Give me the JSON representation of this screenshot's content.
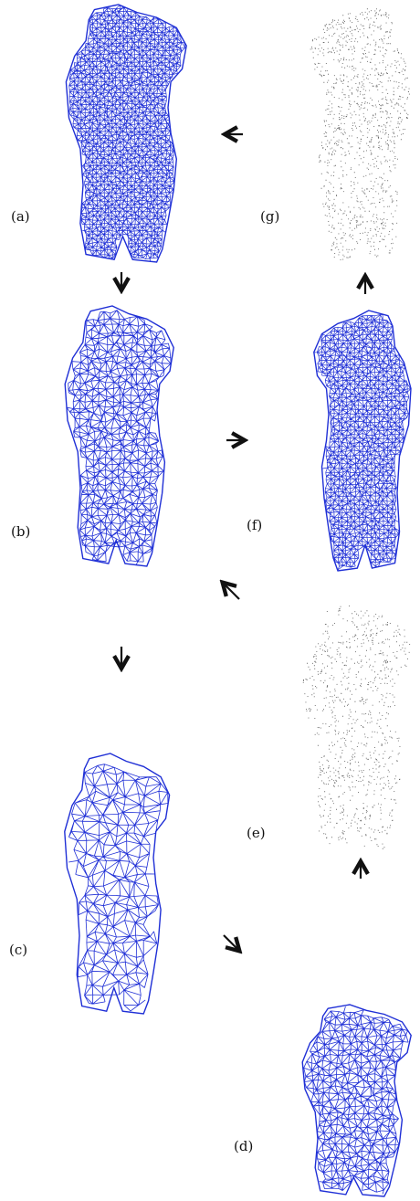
{
  "figure": {
    "background": "#ffffff",
    "wire_color": "#1f2fd6",
    "point_color": "#222222",
    "panels": [
      {
        "id": "a",
        "label": "(a)",
        "render": "dense-mesh",
        "description_icon": "torso-mesh-icon"
      },
      {
        "id": "b",
        "label": "(b)",
        "render": "medium-mesh",
        "description_icon": "torso-mesh-icon"
      },
      {
        "id": "c",
        "label": "(c)",
        "render": "coarse-mesh",
        "description_icon": "torso-mesh-icon"
      },
      {
        "id": "d",
        "label": "(d)",
        "render": "medium-mesh",
        "description_icon": "torso-mesh-icon"
      },
      {
        "id": "e",
        "label": "(e)",
        "render": "point-cloud",
        "description_icon": "point-cloud-icon"
      },
      {
        "id": "f",
        "label": "(f)",
        "render": "dense-mesh",
        "description_icon": "torso-mesh-icon"
      },
      {
        "id": "g",
        "label": "(g)",
        "render": "point-cloud",
        "description_icon": "point-cloud-icon"
      }
    ],
    "arrows": [
      {
        "from": "a",
        "to": "b",
        "direction": "down"
      },
      {
        "from": "b",
        "to": "f",
        "direction": "right"
      },
      {
        "from": "f",
        "to": "g",
        "direction": "up"
      },
      {
        "from": "g",
        "to": "a",
        "direction": "left"
      },
      {
        "from": "b",
        "to": "c",
        "direction": "down"
      },
      {
        "from": "c",
        "to": "d",
        "direction": "down-right"
      },
      {
        "from": "d",
        "to": "e",
        "direction": "up"
      },
      {
        "from": "e",
        "to": "b",
        "direction": "up-left"
      }
    ]
  }
}
